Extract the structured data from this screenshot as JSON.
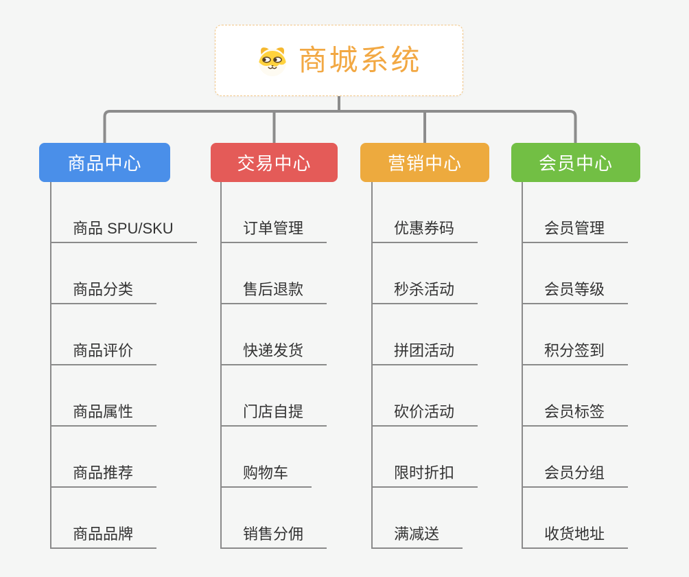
{
  "root": {
    "title": "商城系统",
    "icon": "dog-face-icon",
    "text_color": "#F2A843",
    "border_color": "#F2C684"
  },
  "branches": [
    {
      "id": "product-center",
      "title": "商品中心",
      "color": "#4A8FE9",
      "items": [
        "商品 SPU/SKU",
        "商品分类",
        "商品评价",
        "商品属性",
        "商品推荐",
        "商品品牌"
      ]
    },
    {
      "id": "trade-center",
      "title": "交易中心",
      "color": "#E45B58",
      "items": [
        "订单管理",
        "售后退款",
        "快递发货",
        "门店自提",
        "购物车",
        "销售分佣"
      ]
    },
    {
      "id": "marketing-center",
      "title": "营销中心",
      "color": "#EDAA3E",
      "items": [
        "优惠券码",
        "秒杀活动",
        "拼团活动",
        "砍价活动",
        "限时折扣",
        "满减送"
      ]
    },
    {
      "id": "member-center",
      "title": "会员中心",
      "color": "#72BF44",
      "items": [
        "会员管理",
        "会员等级",
        "积分签到",
        "会员标签",
        "会员分组",
        "收货地址"
      ]
    }
  ],
  "colors": {
    "background": "#F5F6F5",
    "connector": "#8C8C8C",
    "branch_text": "#FFFFFF",
    "leaf_text": "#333333",
    "dog_yellow": "#FFD23E",
    "dog_cream": "#FEFBF2",
    "dog_brown": "#5C4322"
  }
}
